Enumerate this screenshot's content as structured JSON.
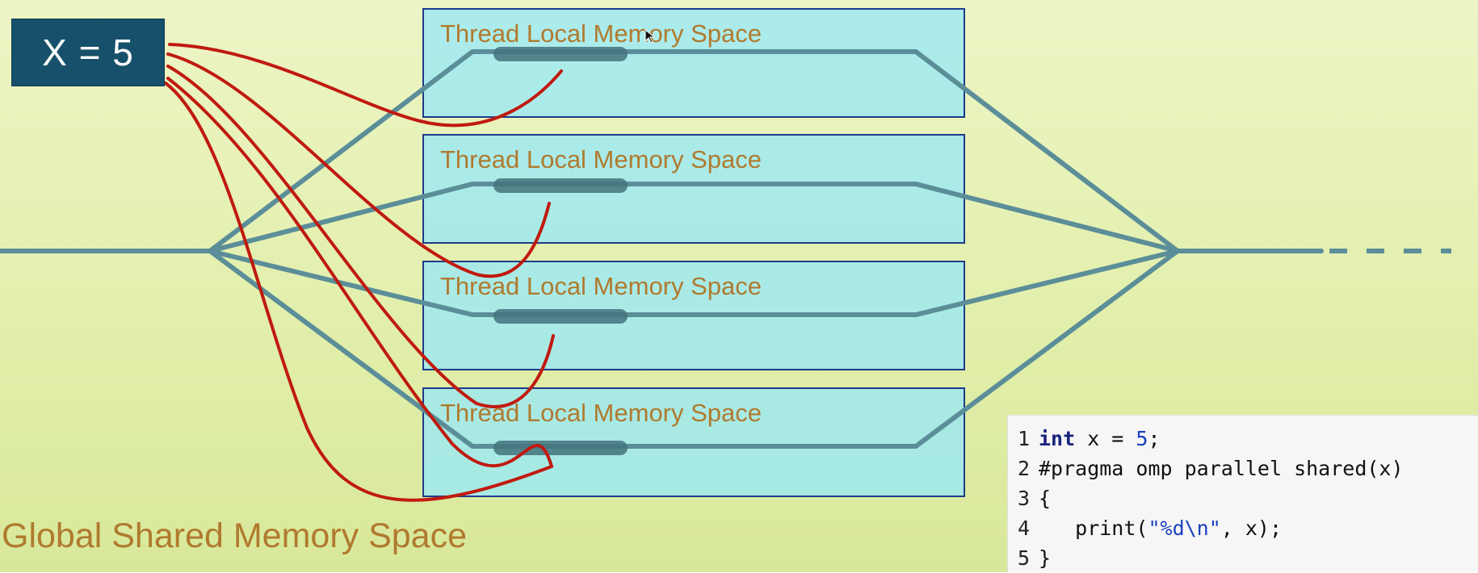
{
  "variable_badge": {
    "label": "X = 5"
  },
  "thread_boxes": [
    {
      "label": "Thread Local Memory Space"
    },
    {
      "label": "Thread Local Memory Space"
    },
    {
      "label": "Thread Local Memory Space"
    },
    {
      "label": "Thread Local Memory Space"
    }
  ],
  "global_label": "Global Shared Memory Space",
  "code": {
    "lines": [
      {
        "number": "1",
        "keyword": "int",
        "text": " x = ",
        "value": "5",
        "tail": ";"
      },
      {
        "number": "2",
        "text": "#pragma omp parallel shared(x)"
      },
      {
        "number": "3",
        "text": "{"
      },
      {
        "number": "4",
        "indent": "   ",
        "fn": "print(",
        "string": "\"%d\\n\"",
        "tail": ", x);"
      },
      {
        "number": "5",
        "text": "}"
      }
    ]
  },
  "colors": {
    "background": "#e6f1b4",
    "badge": "#17506a",
    "thread_box": "#99e8f6",
    "thread_line": "#5b8e98",
    "shared_link": "#c01a10",
    "label_text": "#b07a2e"
  },
  "icons": [
    "mouse-cursor-icon"
  ]
}
